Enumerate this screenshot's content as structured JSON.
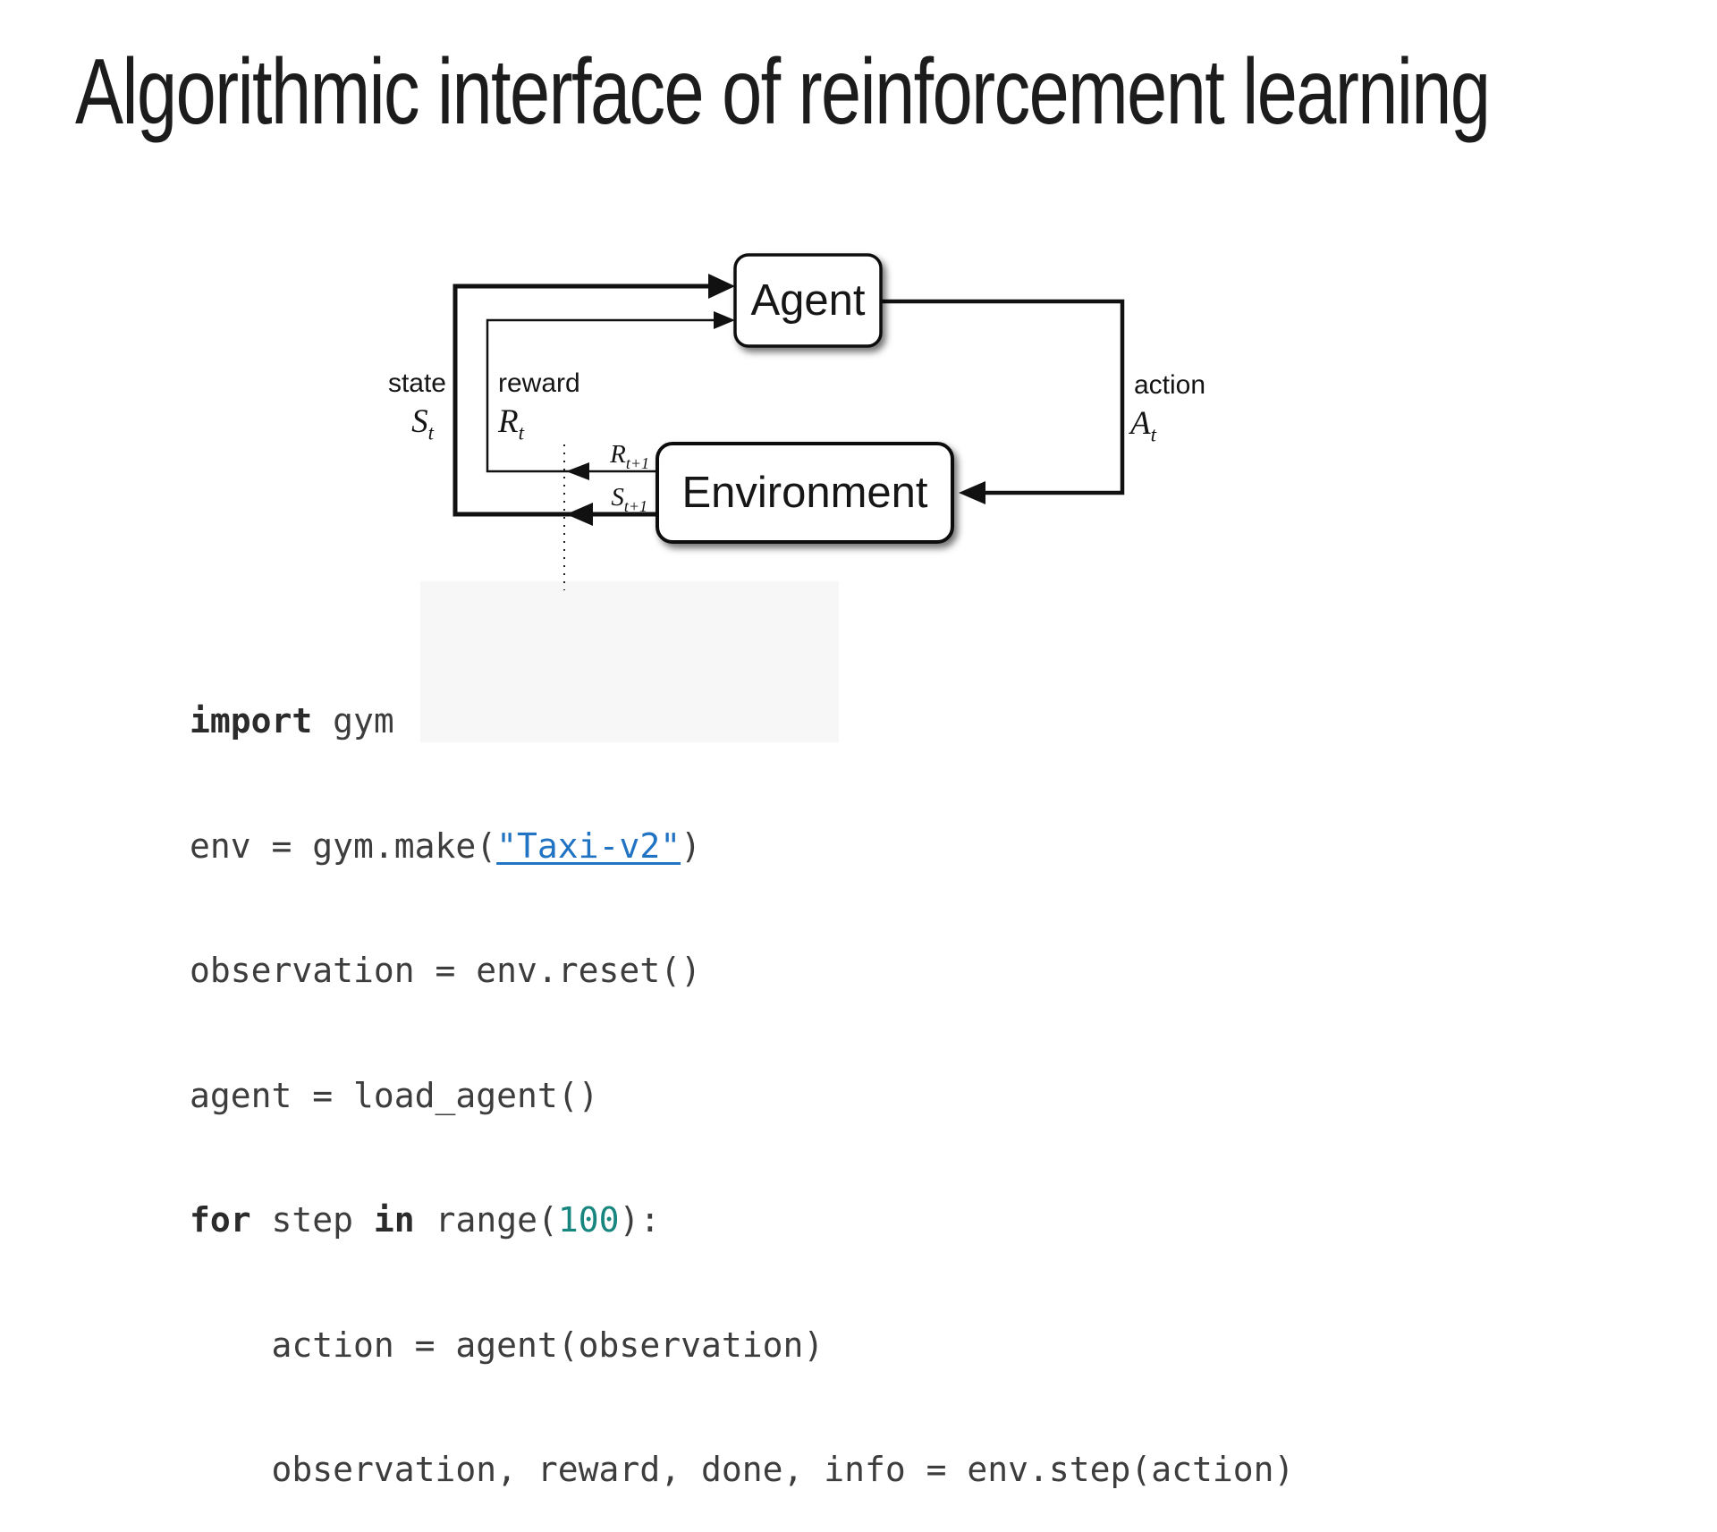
{
  "slide": {
    "title": "Algorithmic interface of reinforcement learning"
  },
  "diagram": {
    "agent_label": "Agent",
    "environment_label": "Environment",
    "state_label": "state",
    "state_symbol": {
      "base": "S",
      "sub": "t"
    },
    "reward_label": "reward",
    "reward_symbol": {
      "base": "R",
      "sub": "t"
    },
    "action_label": "action",
    "action_symbol": {
      "base": "A",
      "sub": "t"
    },
    "next_reward_symbol": {
      "base": "R",
      "sub": "t+1"
    },
    "next_state_symbol": {
      "base": "S",
      "sub": "t+1"
    }
  },
  "code": {
    "lines": [
      {
        "tokens": [
          {
            "text": "import",
            "style": "kw"
          },
          {
            "text": " gym",
            "style": "plain"
          }
        ]
      },
      {
        "tokens": [
          {
            "text": "env = gym.make(",
            "style": "plain"
          },
          {
            "text": "\"Taxi-v2\"",
            "style": "link"
          },
          {
            "text": ")",
            "style": "plain"
          }
        ]
      },
      {
        "tokens": [
          {
            "text": "observation = env.reset()",
            "style": "plain"
          }
        ]
      },
      {
        "tokens": [
          {
            "text": "agent = load_agent()",
            "style": "plain"
          }
        ]
      },
      {
        "tokens": [
          {
            "text": "for",
            "style": "kw"
          },
          {
            "text": " step ",
            "style": "plain"
          },
          {
            "text": "in",
            "style": "kw"
          },
          {
            "text": " range(",
            "style": "plain"
          },
          {
            "text": "100",
            "style": "num"
          },
          {
            "text": "):",
            "style": "plain"
          }
        ]
      },
      {
        "tokens": [
          {
            "text": "    action = agent(observation)",
            "style": "plain"
          }
        ]
      },
      {
        "tokens": [
          {
            "text": "    observation, reward, done, info = env.step(action)",
            "style": "plain"
          }
        ]
      }
    ]
  },
  "colors": {
    "link_blue": "#2173c4",
    "number_teal": "#17867f",
    "code_text": "#3d3d3d",
    "diagram_ink": "#111111"
  }
}
